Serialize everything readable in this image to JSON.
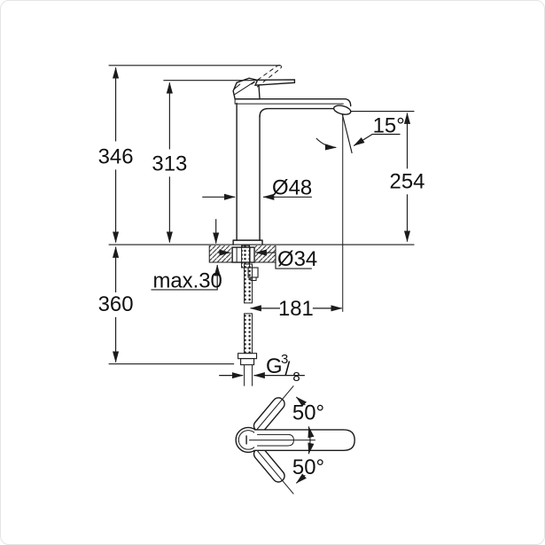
{
  "page": {
    "background": "#ffffff",
    "line_color": "#1b1b1b",
    "border_color": "#e4e4e4"
  },
  "drawing": {
    "type": "technical-dimension-drawing",
    "subject": "single-lever tall basin mixer tap, side elevation with mounting section and handle swing top view",
    "dimensions": {
      "overall_height": "346",
      "spout_height": "313",
      "outlet_height": "254",
      "body_diameter": "Ø48",
      "spout_angle": "15°",
      "shank_diameter": "Ø34",
      "max_mounting_thickness": "max.30",
      "hose_length": "360",
      "spout_reach": "181",
      "thread_g": "G",
      "thread_numerator": "3",
      "thread_slash": "/",
      "thread_denominator": "8",
      "handle_swing_up": "50°",
      "handle_swing_down": "50°"
    }
  }
}
